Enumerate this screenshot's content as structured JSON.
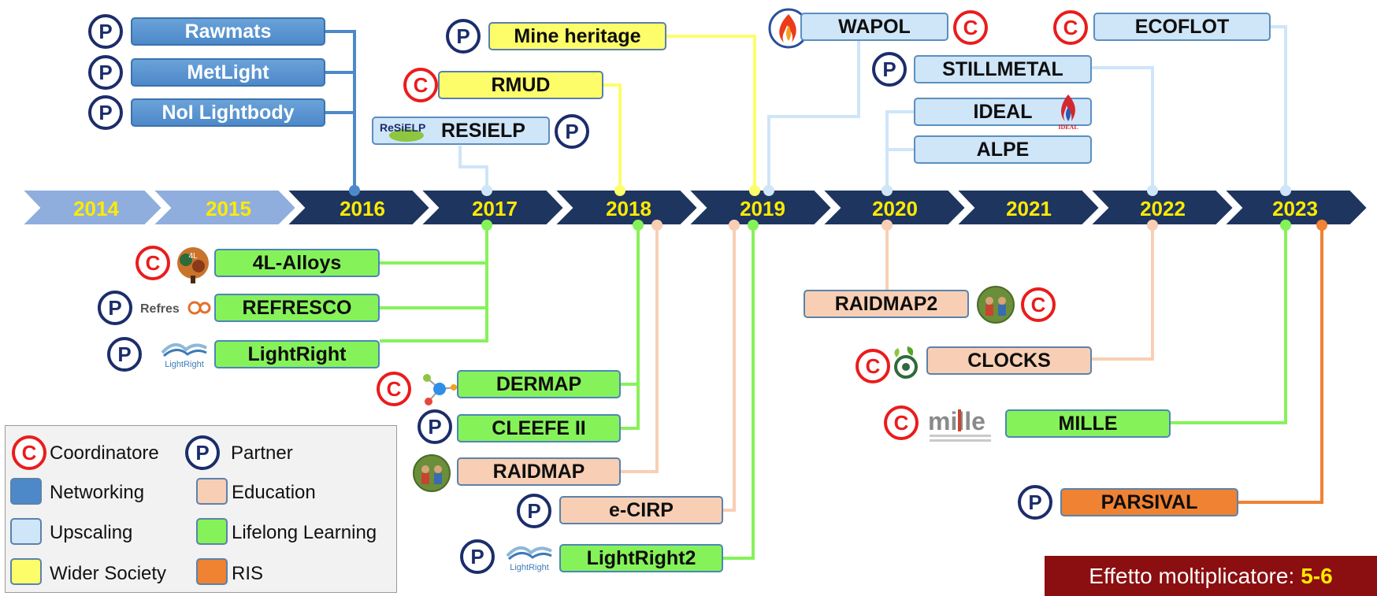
{
  "colors": {
    "networking": "#4d89c9",
    "upscaling": "#cfe5f8",
    "wider_society": "#fdfd6a",
    "lifelong_learning": "#86f25a",
    "education": "#f8cfb4",
    "ris": "#ef8233",
    "coordinator": "#ea1c1c",
    "partner": "#1b2d6b",
    "timeline_dark": "#1e3560",
    "timeline_light": "#8faede",
    "year_text": "#ffea00",
    "effect_bg": "#8b0e10"
  },
  "timeline": {
    "years": [
      "2014",
      "2015",
      "2016",
      "2017",
      "2018",
      "2019",
      "2020",
      "2021",
      "2022",
      "2023"
    ]
  },
  "projects": {
    "rawmats": {
      "label": "Rawmats",
      "role": "P",
      "category": "Networking",
      "year": "2016"
    },
    "metlight": {
      "label": "MetLight",
      "role": "P",
      "category": "Networking",
      "year": "2016"
    },
    "nol_lightbody": {
      "label": "NoI Lightbody",
      "role": "P",
      "category": "Networking",
      "year": "2016"
    },
    "mine_heritage": {
      "label": "Mine heritage",
      "role": "P",
      "category": "Wider Society",
      "year": "2019"
    },
    "rmud": {
      "label": "RMUD",
      "role": "C",
      "category": "Wider Society",
      "year": "2018"
    },
    "resielp": {
      "label": "RESIELP",
      "role": "P",
      "category": "Upscaling",
      "year": "2017",
      "logo_text": "ReSiELP"
    },
    "wapol": {
      "label": "WAPOL",
      "role": "C",
      "category": "Upscaling",
      "year": "2019"
    },
    "stillmetal": {
      "label": "STILLMETAL",
      "role": "P",
      "category": "Upscaling",
      "year": "2022"
    },
    "ideal": {
      "label": "IDEAL",
      "role": "",
      "category": "Upscaling",
      "year": "2020",
      "logo_text": "IDEAL"
    },
    "alpe": {
      "label": "ALPE",
      "role": "",
      "category": "Upscaling",
      "year": "2020"
    },
    "ecoflot": {
      "label": "ECOFLOT",
      "role": "C",
      "category": "Upscaling",
      "year": "2023"
    },
    "alloys_4l": {
      "label": "4L-Alloys",
      "role": "C",
      "category": "Lifelong Learning",
      "year": "2017",
      "logo_text": "4L"
    },
    "refresco": {
      "label": "REFRESCO",
      "role": "P",
      "category": "Lifelong Learning",
      "year": "2017",
      "logo_text": "Refres"
    },
    "lightright": {
      "label": "LightRight",
      "role": "P",
      "category": "Lifelong Learning",
      "year": "2017",
      "logo_text": "LightRight"
    },
    "dermap": {
      "label": "DERMAP",
      "role": "C",
      "category": "Lifelong Learning",
      "year": "2018"
    },
    "cleefe": {
      "label": "CLEEFE II",
      "role": "P",
      "category": "Lifelong Learning",
      "year": "2018"
    },
    "raidmap": {
      "label": "RAIDMAP",
      "role": "",
      "category": "Education",
      "year": "2018"
    },
    "ecirp": {
      "label": "e-CIRP",
      "role": "P",
      "category": "Education",
      "year": "2019"
    },
    "lightright2": {
      "label": "LightRight2",
      "role": "P",
      "category": "Lifelong Learning",
      "year": "2019",
      "logo_text": "LightRight"
    },
    "raidmap2": {
      "label": "RAIDMAP2",
      "role": "C",
      "category": "Education",
      "year": "2020"
    },
    "clocks": {
      "label": "CLOCKS",
      "role": "C",
      "category": "Education",
      "year": "2022"
    },
    "mille": {
      "label": "MILLE",
      "role": "C",
      "category": "Lifelong Learning",
      "year": "2023",
      "logo_text": "mille"
    },
    "parsival": {
      "label": "PARSIVAL",
      "role": "P",
      "category": "RIS",
      "year": "2023"
    }
  },
  "legend": {
    "coordinator_letter": "C",
    "coordinator": "Coordinatore",
    "partner_letter": "P",
    "partner": "Partner",
    "networking": "Networking",
    "education": "Education",
    "upscaling": "Upscaling",
    "lifelong_learning": "Lifelong Learning",
    "wider_society": "Wider Society",
    "ris": "RIS"
  },
  "effect": {
    "label": "Effetto moltiplicatore:",
    "value": "5-6"
  }
}
